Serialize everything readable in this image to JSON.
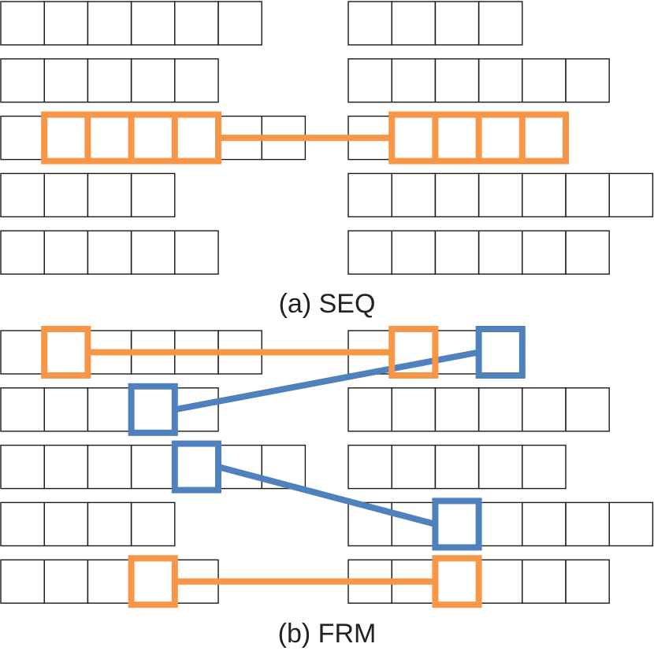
{
  "colors": {
    "cell_border": "#1a1a1a",
    "orange": "#f79646",
    "blue": "#4f81bd"
  },
  "panels": [
    {
      "caption": "(a) SEQ",
      "left_row_lengths": [
        6,
        5,
        7,
        4,
        5
      ],
      "right_row_lengths": [
        4,
        6,
        5,
        7,
        6
      ],
      "links": [
        {
          "color": "orange",
          "left": {
            "row": 2,
            "start": 1,
            "span": 4
          },
          "right": {
            "row": 2,
            "start": 1,
            "span": 4
          }
        }
      ]
    },
    {
      "caption": "(b) FRM",
      "left_row_lengths": [
        6,
        5,
        7,
        4,
        5
      ],
      "right_row_lengths": [
        4,
        6,
        5,
        7,
        6
      ],
      "links": [
        {
          "color": "orange",
          "left": {
            "row": 0,
            "start": 1,
            "span": 1
          },
          "right": {
            "row": 0,
            "start": 1,
            "span": 1
          }
        },
        {
          "color": "blue",
          "left": {
            "row": 1,
            "start": 3,
            "span": 1
          },
          "right": {
            "row": 0,
            "start": 3,
            "span": 1
          }
        },
        {
          "color": "blue",
          "left": {
            "row": 2,
            "start": 4,
            "span": 1
          },
          "right": {
            "row": 3,
            "start": 2,
            "span": 1
          }
        },
        {
          "color": "orange",
          "left": {
            "row": 4,
            "start": 3,
            "span": 1
          },
          "right": {
            "row": 4,
            "start": 2,
            "span": 1
          }
        }
      ]
    }
  ]
}
